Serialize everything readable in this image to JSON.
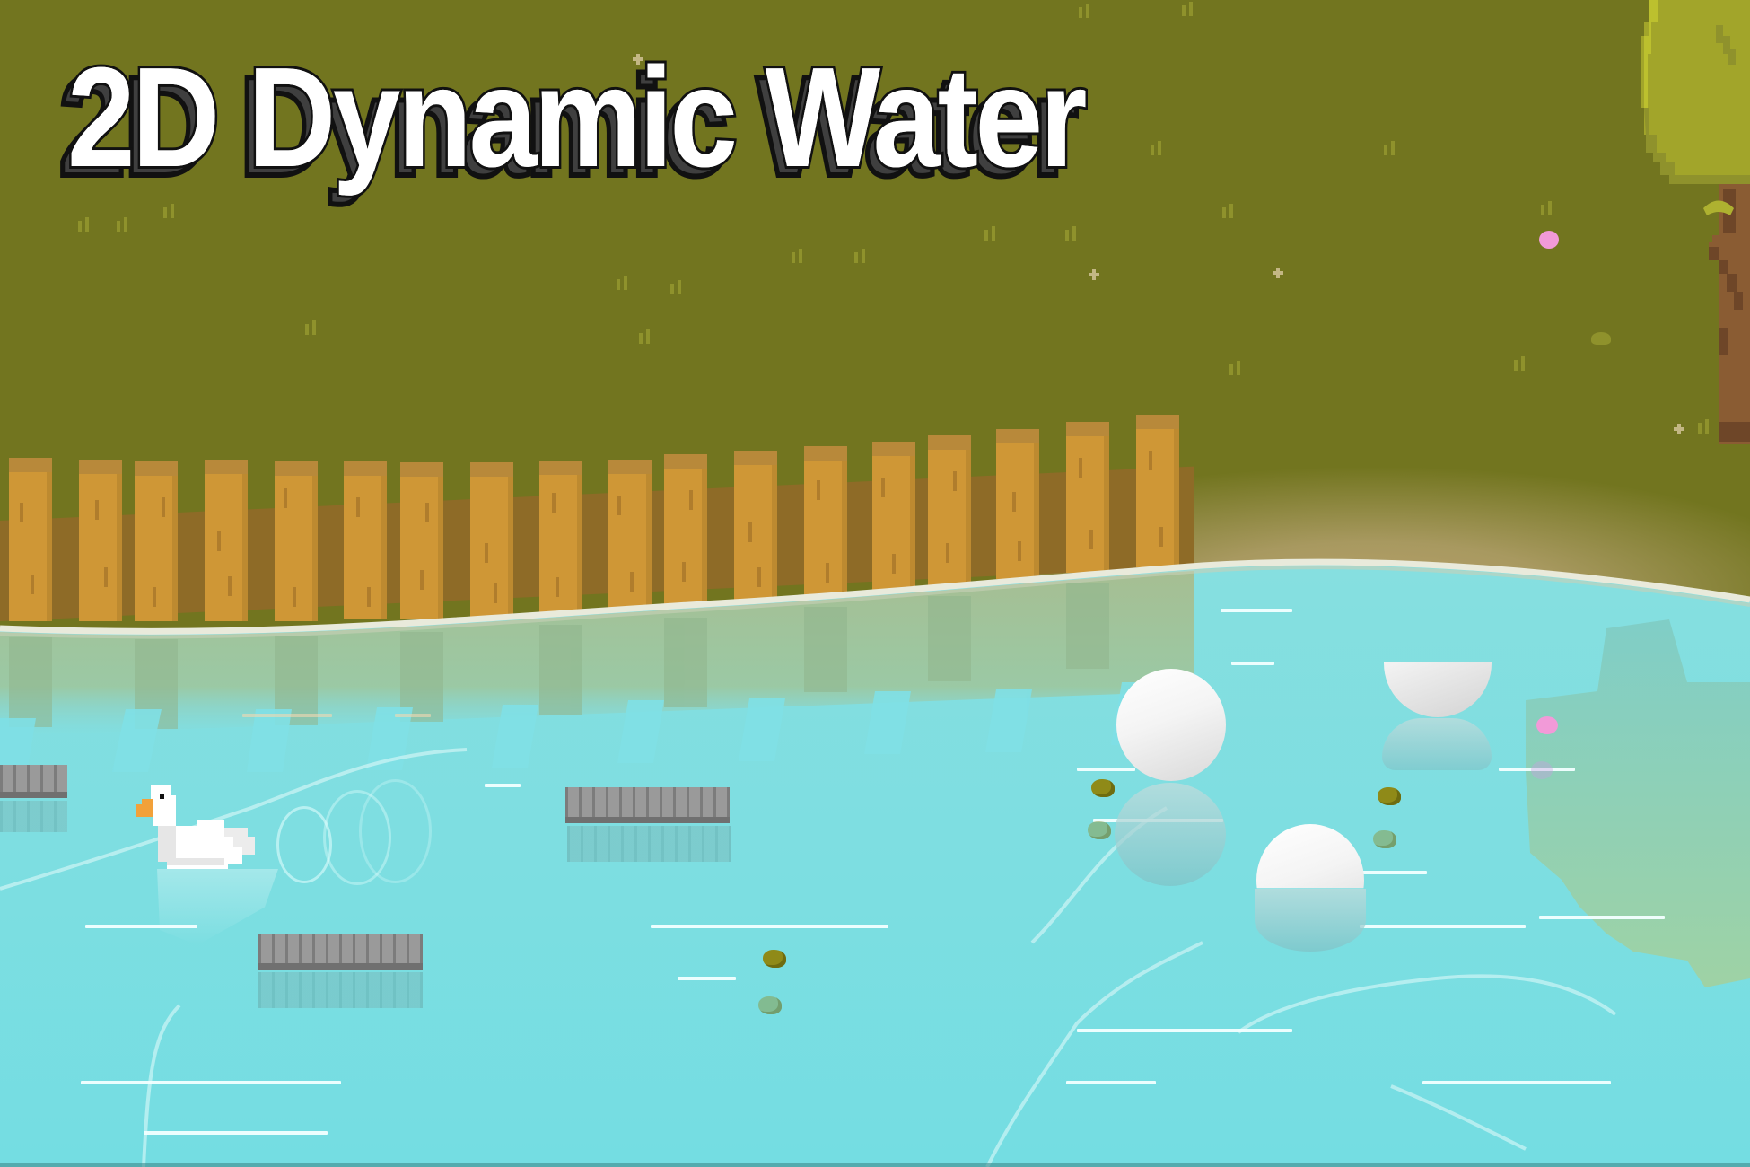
{
  "title": "2D Dynamic Water",
  "scene": {
    "description": "Pixel-art pond scene with dynamic 2D water reflections",
    "colors": {
      "grass": "#72751f",
      "grass_tuft": "#8f922c",
      "fence_plank": "#cf9736",
      "fence_rail": "#8e6b27",
      "shoreline": "#e9eadb",
      "water": "#7fe0e3",
      "water_deep": "#6fdce0",
      "tree_leaves": "#a2a52a",
      "tree_trunk": "#8a5c33",
      "title_fill": "#ffffff",
      "title_shadow": "#3f3f3f",
      "petal": "#f29ad8",
      "lily_pad": "#8f8a18"
    },
    "objects": [
      {
        "type": "duck",
        "label": "white duck swimming"
      },
      {
        "type": "floating-block",
        "count": 3
      },
      {
        "type": "ball",
        "count": 3
      },
      {
        "type": "lily-pad",
        "count": 6
      },
      {
        "type": "tree",
        "position": "top-right"
      },
      {
        "type": "fence",
        "position": "pond edge"
      }
    ]
  }
}
